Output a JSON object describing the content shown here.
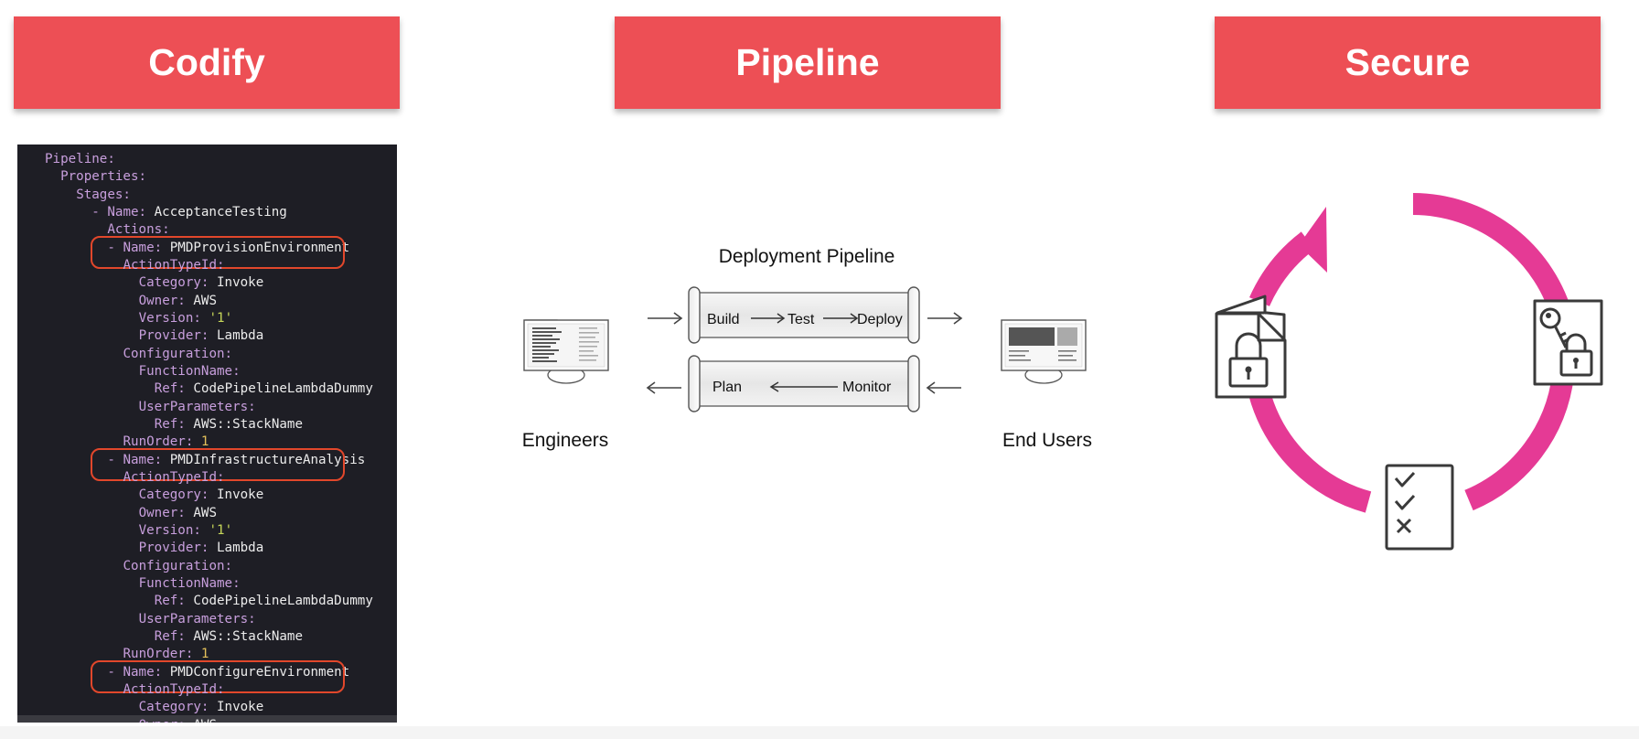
{
  "headers": {
    "codify": "Codify",
    "pipeline": "Pipeline",
    "secure": "Secure"
  },
  "code": {
    "lines": [
      {
        "indent": 0,
        "key": "Pipeline:",
        "value": ""
      },
      {
        "indent": 1,
        "key": "Properties:",
        "value": ""
      },
      {
        "indent": 2,
        "key": "Stages:",
        "value": ""
      },
      {
        "indent": 3,
        "key": "- Name:",
        "value": "AcceptanceTesting"
      },
      {
        "indent": 4,
        "key": "Actions:",
        "value": ""
      },
      {
        "indent": 4,
        "key": "- Name:",
        "value": "PMDProvisionEnvironment"
      },
      {
        "indent": 5,
        "key": "ActionTypeId:",
        "value": ""
      },
      {
        "indent": 6,
        "key": "Category:",
        "value": "Invoke"
      },
      {
        "indent": 6,
        "key": "Owner:",
        "value": "AWS"
      },
      {
        "indent": 6,
        "key": "Version:",
        "value": "'1'",
        "type": "string"
      },
      {
        "indent": 6,
        "key": "Provider:",
        "value": "Lambda"
      },
      {
        "indent": 5,
        "key": "Configuration:",
        "value": ""
      },
      {
        "indent": 6,
        "key": "FunctionName:",
        "value": ""
      },
      {
        "indent": 7,
        "key": "Ref:",
        "value": "CodePipelineLambdaDummy"
      },
      {
        "indent": 6,
        "key": "UserParameters:",
        "value": ""
      },
      {
        "indent": 7,
        "key": "Ref:",
        "value": "AWS::StackName"
      },
      {
        "indent": 5,
        "key": "RunOrder:",
        "value": "1",
        "type": "number"
      },
      {
        "indent": 4,
        "key": "- Name:",
        "value": "PMDInfrastructureAnalysis"
      },
      {
        "indent": 5,
        "key": "ActionTypeId:",
        "value": ""
      },
      {
        "indent": 6,
        "key": "Category:",
        "value": "Invoke"
      },
      {
        "indent": 6,
        "key": "Owner:",
        "value": "AWS"
      },
      {
        "indent": 6,
        "key": "Version:",
        "value": "'1'",
        "type": "string"
      },
      {
        "indent": 6,
        "key": "Provider:",
        "value": "Lambda"
      },
      {
        "indent": 5,
        "key": "Configuration:",
        "value": ""
      },
      {
        "indent": 6,
        "key": "FunctionName:",
        "value": ""
      },
      {
        "indent": 7,
        "key": "Ref:",
        "value": "CodePipelineLambdaDummy"
      },
      {
        "indent": 6,
        "key": "UserParameters:",
        "value": ""
      },
      {
        "indent": 7,
        "key": "Ref:",
        "value": "AWS::StackName"
      },
      {
        "indent": 5,
        "key": "RunOrder:",
        "value": "1",
        "type": "number"
      },
      {
        "indent": 4,
        "key": "- Name:",
        "value": "PMDConfigureEnvironment"
      },
      {
        "indent": 5,
        "key": "ActionTypeId:",
        "value": ""
      },
      {
        "indent": 6,
        "key": "Category:",
        "value": "Invoke"
      },
      {
        "indent": 6,
        "key": "Owner:",
        "value": "AWS"
      }
    ],
    "highlighted_lines": [
      5,
      17,
      29
    ],
    "highlight_color": "#e2472b"
  },
  "pipeline": {
    "title": "Deployment Pipeline",
    "top_stages": [
      "Build",
      "Test",
      "Deploy"
    ],
    "bottom_stages": [
      "Plan",
      "Monitor"
    ],
    "left_label": "Engineers",
    "right_label": "End Users",
    "left_icon": "desktop-monitor-icon",
    "right_icon": "desktop-monitor-icon"
  },
  "secure": {
    "cycle_color": "#e53a95",
    "icons": [
      "locked-document-icon",
      "key-lock-icon",
      "checklist-icon"
    ]
  },
  "colors": {
    "header_bg": "#ed4f55",
    "header_text": "#ffffff",
    "code_bg": "#1e1e25",
    "code_key": "#c89fdd",
    "code_value": "#ececec",
    "code_string": "#c7d75a",
    "code_number": "#e3c05a"
  }
}
